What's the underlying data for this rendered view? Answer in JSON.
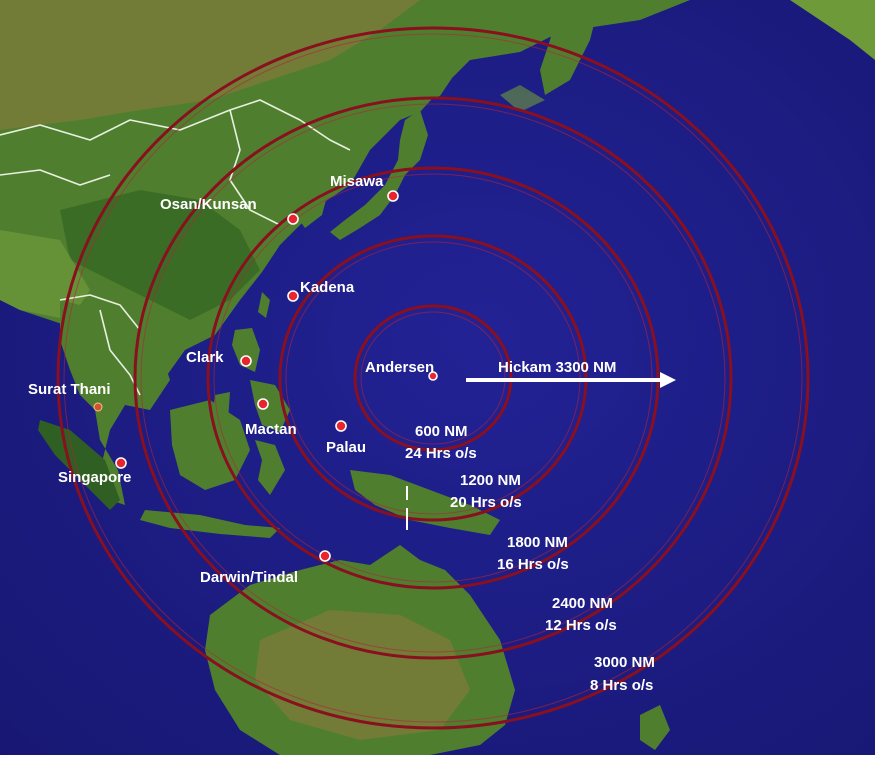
{
  "map": {
    "center_base": "Andersen",
    "range_rings": [
      {
        "distance": "600 NM",
        "endurance": "24 Hrs o/s"
      },
      {
        "distance": "1200 NM",
        "endurance": "20 Hrs o/s"
      },
      {
        "distance": "1800 NM",
        "endurance": "16 Hrs o/s"
      },
      {
        "distance": "2400 NM",
        "endurance": "12 Hrs o/s"
      },
      {
        "distance": "3000 NM",
        "endurance": "8 Hrs o/s"
      }
    ],
    "arrow_label": "Hickam 3300 NM",
    "bases": [
      {
        "name": "Misawa"
      },
      {
        "name": "Osan/Kunsan"
      },
      {
        "name": "Kadena"
      },
      {
        "name": "Clark"
      },
      {
        "name": "Andersen"
      },
      {
        "name": "Surat Thani"
      },
      {
        "name": "Mactan"
      },
      {
        "name": "Palau"
      },
      {
        "name": "Singapore"
      },
      {
        "name": "Darwin/Tindal"
      }
    ],
    "colors": {
      "ocean": "#1f1f8c",
      "ring": "#8a0f1f",
      "base_marker": "#e8242e",
      "label": "#ffffff",
      "land": "#4f7f2e"
    }
  }
}
